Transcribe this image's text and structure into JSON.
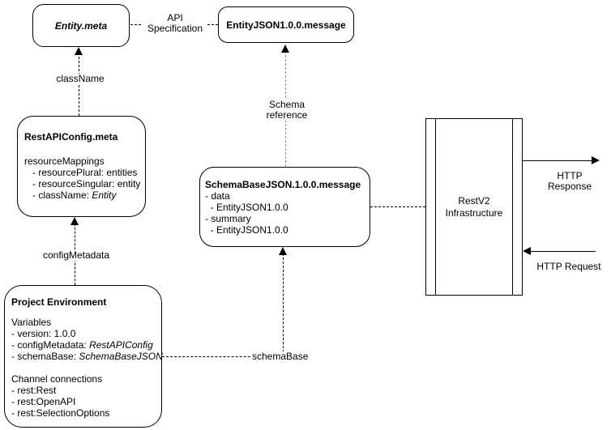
{
  "nodes": {
    "entity_meta": {
      "title": "Entity.meta"
    },
    "entity_json": {
      "title": "EntityJSON1.0.0.message"
    },
    "rest_api_config": {
      "title": "RestAPIConfig.meta",
      "lines": [
        {
          "prefix": "resourceMappings",
          "italic": ""
        },
        {
          "prefix": "   - resourcePlural: entities",
          "italic": ""
        },
        {
          "prefix": "   - resourceSingular: entity",
          "italic": ""
        },
        {
          "prefix": "   - className: ",
          "italic": "Entity"
        }
      ]
    },
    "schema_base": {
      "title": "SchemaBaseJSON.1.0.0.message",
      "lines": [
        {
          "prefix": "- data",
          "italic": ""
        },
        {
          "prefix": "  - EntityJSON1.0.0",
          "italic": ""
        },
        {
          "prefix": "- summary",
          "italic": ""
        },
        {
          "prefix": "  - EntityJSON1.0.0",
          "italic": ""
        }
      ]
    },
    "project_environment": {
      "title": "Project Environment",
      "lines": [
        {
          "prefix": "Variables",
          "italic": ""
        },
        {
          "prefix": "- version: 1.0.0",
          "italic": ""
        },
        {
          "prefix": "- configMetadata: ",
          "italic": "RestAPIConfig"
        },
        {
          "prefix": "- schemaBase: ",
          "italic": "SchemaBaseJSON"
        },
        {
          "prefix": "",
          "italic": ""
        },
        {
          "prefix": "Channel connections",
          "italic": ""
        },
        {
          "prefix": "- rest:Rest",
          "italic": ""
        },
        {
          "prefix": "- rest:OpenAPI",
          "italic": ""
        },
        {
          "prefix": "- rest:SelectionOptions",
          "italic": ""
        }
      ]
    },
    "restv2": {
      "title_line1": "RestV2",
      "title_line2": "Infrastructure"
    }
  },
  "edges": {
    "api_specification": {
      "label_line1": "API",
      "label_line2": "Specification"
    },
    "class_name": {
      "label": "className"
    },
    "config_metadata": {
      "label": "configMetadata"
    },
    "schema_reference": {
      "label": "Schema reference"
    },
    "schema_base": {
      "label": "schemaBase"
    },
    "http_response": {
      "label": "HTTP Response"
    },
    "http_request": {
      "label": "HTTP Request"
    }
  },
  "colors": {
    "stroke": "#000000",
    "background": "#ffffff",
    "dashed_gray": "#8a8a8a"
  }
}
